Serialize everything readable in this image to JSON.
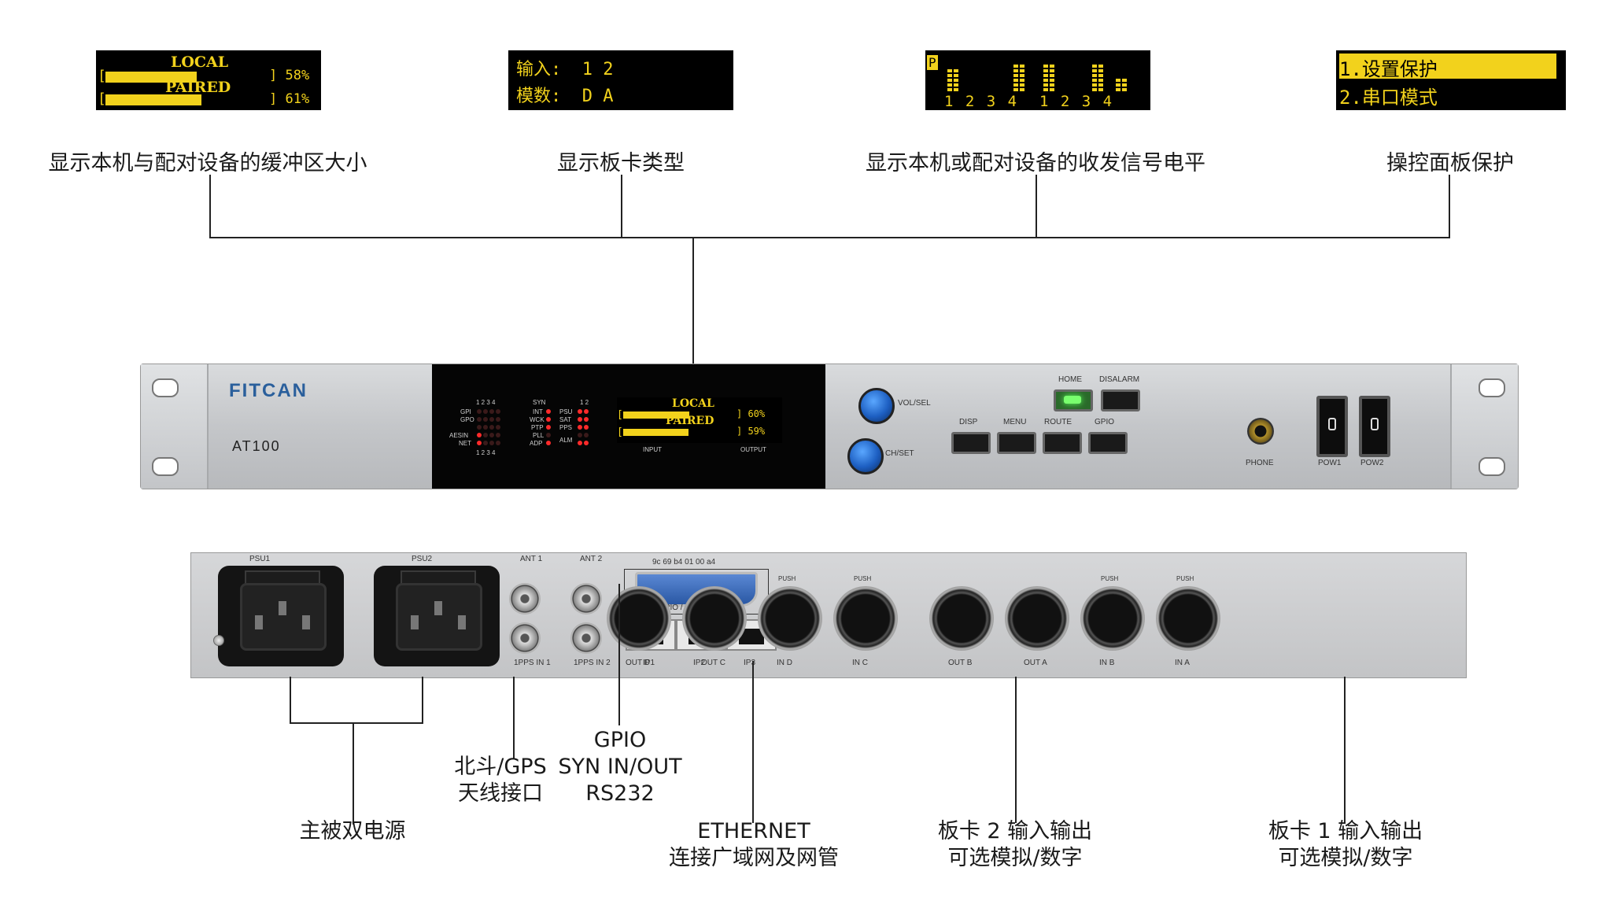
{
  "screens": {
    "buffer": {
      "local_label": "LOCAL",
      "paired_label": "PAIRED",
      "local_percent": "] 58%",
      "paired_percent": "] 61%",
      "local_fraction": 0.58,
      "paired_fraction": 0.61
    },
    "card_type": {
      "line1": "输入:  1 2",
      "line2": "模数:  D A"
    },
    "levels": {
      "marker": "P",
      "channel_numbers": "1 2 3 4  1 2 3 4"
    },
    "protect": {
      "item1": "1.设置保护",
      "item2": "2.串口模式"
    }
  },
  "top_labels": {
    "buffer": "显示本机与配对设备的缓冲区大小",
    "card_type": "显示板卡类型",
    "levels": "显示本机或配对设备的收发信号电平",
    "protect": "操控面板保护"
  },
  "front_panel": {
    "brand": "FITCAN",
    "model": "AT100",
    "display": {
      "local_label": "LOCAL",
      "paired_label": "PAIRED",
      "local_percent": "] 60%",
      "paired_percent": "] 59%",
      "input_label": "INPUT",
      "output_label": "OUTPUT"
    },
    "status_left": [
      "GPI",
      "GPO",
      "AESIN",
      "NET"
    ],
    "status_numbers": "1 2 3 4",
    "status_mid": [
      "INT",
      "WCK",
      "PTP",
      "PLL",
      "ADP"
    ],
    "status_right": [
      "PSU",
      "SAT",
      "PPS",
      "ALM"
    ],
    "syn_label": "SYN",
    "status_right_numbers": "1 2",
    "vol_sel": "VOL/SEL",
    "ch_set": "CH/SET",
    "buttons_top": [
      "HOME",
      "DISALARM"
    ],
    "buttons_bottom": [
      "DISP",
      "MENU",
      "ROUTE",
      "GPIO"
    ],
    "phone": "PHONE",
    "pow1": "POW1",
    "pow2": "POW2"
  },
  "rear_panel": {
    "psu1": "PSU1",
    "psu2": "PSU2",
    "ant1": "ANT 1",
    "ant2": "ANT 2",
    "pps1": "1PPS IN 1",
    "pps2": "1PPS IN 2",
    "mac": "9c  69  b4  01  00  a4",
    "dsub_label": "GPIO / SYNC / RS232",
    "ip": [
      "IP1",
      "IP2",
      "IP3"
    ],
    "xlr": [
      "OUT D",
      "OUT C",
      "IN D",
      "IN C",
      "OUT B",
      "OUT A",
      "IN B",
      "IN A"
    ],
    "push": "PUSH"
  },
  "bottom_labels": {
    "power": [
      "主被双电源"
    ],
    "gps": [
      "北斗/GPS",
      "天线接口"
    ],
    "gpio": [
      "GPIO",
      "SYN IN/OUT",
      "RS232"
    ],
    "ethernet": [
      "ETHERNET",
      "连接广域网及网管"
    ],
    "card2": [
      "板卡 2 输入输出",
      "可选模拟/数字"
    ],
    "card1": [
      "板卡 1 输入输出",
      "可选模拟/数字"
    ]
  }
}
